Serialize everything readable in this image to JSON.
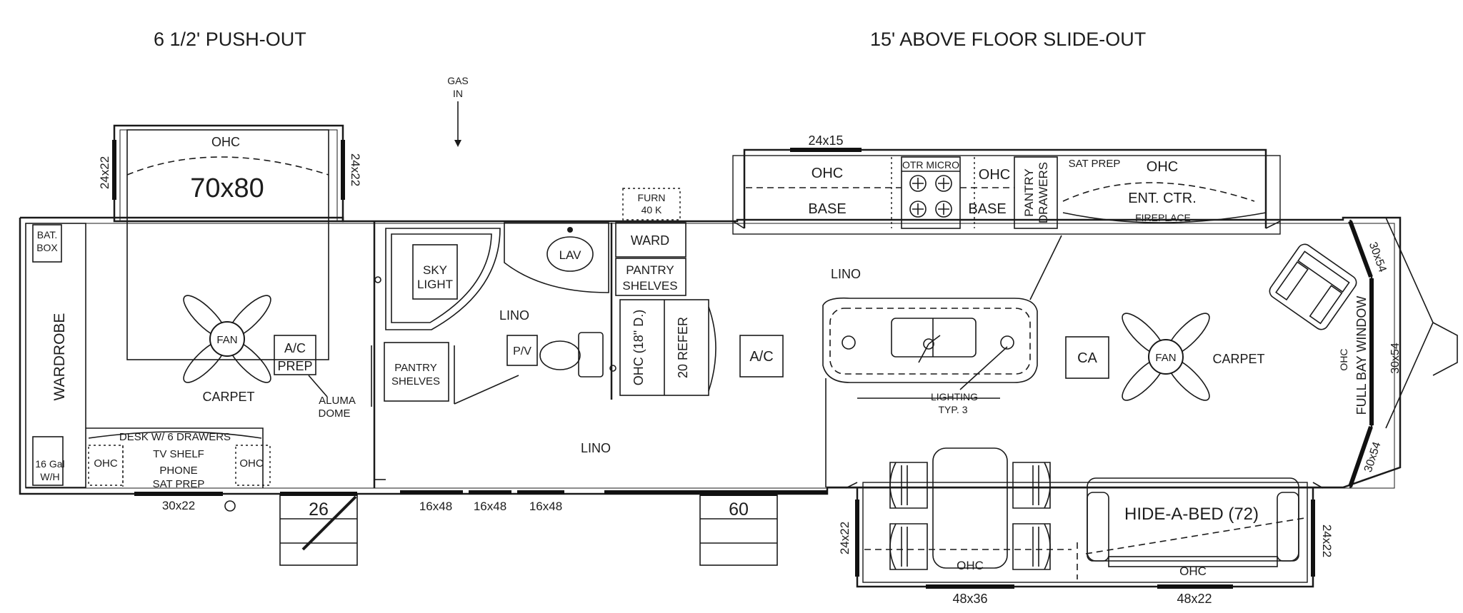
{
  "headings": {
    "pushout": "6 1/2' PUSH-OUT",
    "slideout": "15' ABOVE FLOOR SLIDE-OUT"
  },
  "utilities": {
    "gas_in": [
      "GAS",
      "IN"
    ],
    "furnace": [
      "FURN",
      "40 K"
    ]
  },
  "bedroom": {
    "ohc": "OHC",
    "bed": "70x80",
    "window_left": "24x22",
    "window_right": "24x22",
    "fan": "FAN",
    "ac_prep": [
      "A/C",
      "PREP"
    ],
    "carpet": "CARPET",
    "aluma_dome": [
      "ALUMA",
      "DOME"
    ],
    "bat_box": [
      "BAT.",
      "BOX"
    ],
    "wardrobe": "WARDROBE",
    "water_heater": [
      "16 Gal",
      "W/H"
    ],
    "desk": "DESK W/ 6 DRAWERS",
    "desk_ohc_left": "OHC",
    "desk_ohc_right": "OHC",
    "tv_shelf": [
      "TV SHELF",
      "PHONE",
      "SAT PREP"
    ],
    "window_bottom": "30x22"
  },
  "bath": {
    "skylight": [
      "SKY",
      "LIGHT"
    ],
    "pantry": [
      "PANTRY",
      "SHELVES"
    ],
    "lino": "LINO",
    "lav": "LAV",
    "toilet_pv": "P/V",
    "ward": "WARD",
    "pantry_shelves": [
      "PANTRY",
      "SHELVES"
    ],
    "ohc_18": "OHC (18\" D.)",
    "refer": "20 REFER"
  },
  "hall": {
    "lino": "LINO",
    "ac": "A/C",
    "entry_step_left": "26",
    "entry_step_right": "60",
    "windows": [
      "16x48",
      "16x48",
      "16x48"
    ]
  },
  "kitchen_slide": {
    "window_top": "24x15",
    "ohc1": "OHC",
    "base1": "BASE",
    "otr_micro": "OTR MICRO",
    "ohc2": "OHC",
    "base2": "BASE",
    "pantry_drawers": [
      "PANTRY",
      "DRAWERS"
    ],
    "sat_prep": "SAT PREP",
    "ohc3": "OHC",
    "ent_ctr": "ENT. CTR.",
    "fireplace": "FIREPLACE"
  },
  "living": {
    "lino": "LINO",
    "lighting": [
      "LIGHTING",
      "TYP. 3"
    ],
    "ca": "CA",
    "fan": "FAN",
    "carpet": "CARPET",
    "bay_window": "FULL BAY WINDOW",
    "bay_ohc": "OHC",
    "window_bay_top": "30x54",
    "window_bay_mid": "30x54",
    "window_bay_bottom": "30x54"
  },
  "dining_slide": {
    "window_left": "24x22",
    "window_right": "24x22",
    "ohc_left": "OHC",
    "ohc_right": "OHC",
    "hide_a_bed": "HIDE-A-BED (72)",
    "window_bottom_left": "48x36",
    "window_bottom_right": "48x22"
  }
}
